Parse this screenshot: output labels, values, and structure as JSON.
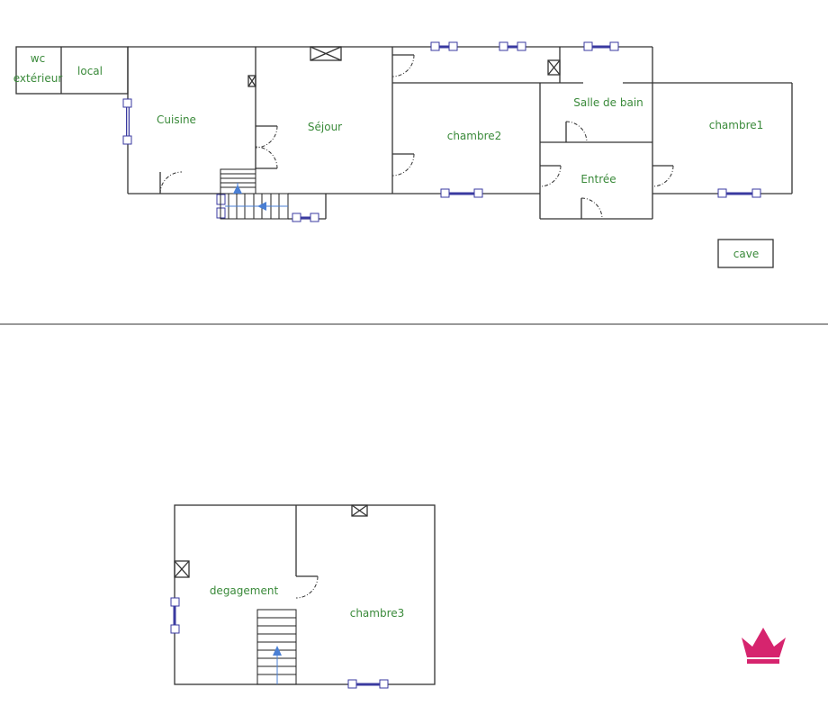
{
  "ground_floor": {
    "rooms": {
      "wc": "wc",
      "wc2": "extérieur",
      "local": "local",
      "cuisine": "Cuisine",
      "sejour": "Séjour",
      "chambre2": "chambre2",
      "salle_de_bain": "Salle de bain",
      "entree": "Entrée",
      "chambre1": "chambre1",
      "cave": "cave"
    }
  },
  "upper_floor": {
    "rooms": {
      "degagement": "degagement",
      "chambre3": "chambre3"
    }
  },
  "colors": {
    "label": "#3a8a3a",
    "window": "#3a3aa0",
    "logo": "#d6246e",
    "stairs_arrow": "#4a7fd4"
  }
}
